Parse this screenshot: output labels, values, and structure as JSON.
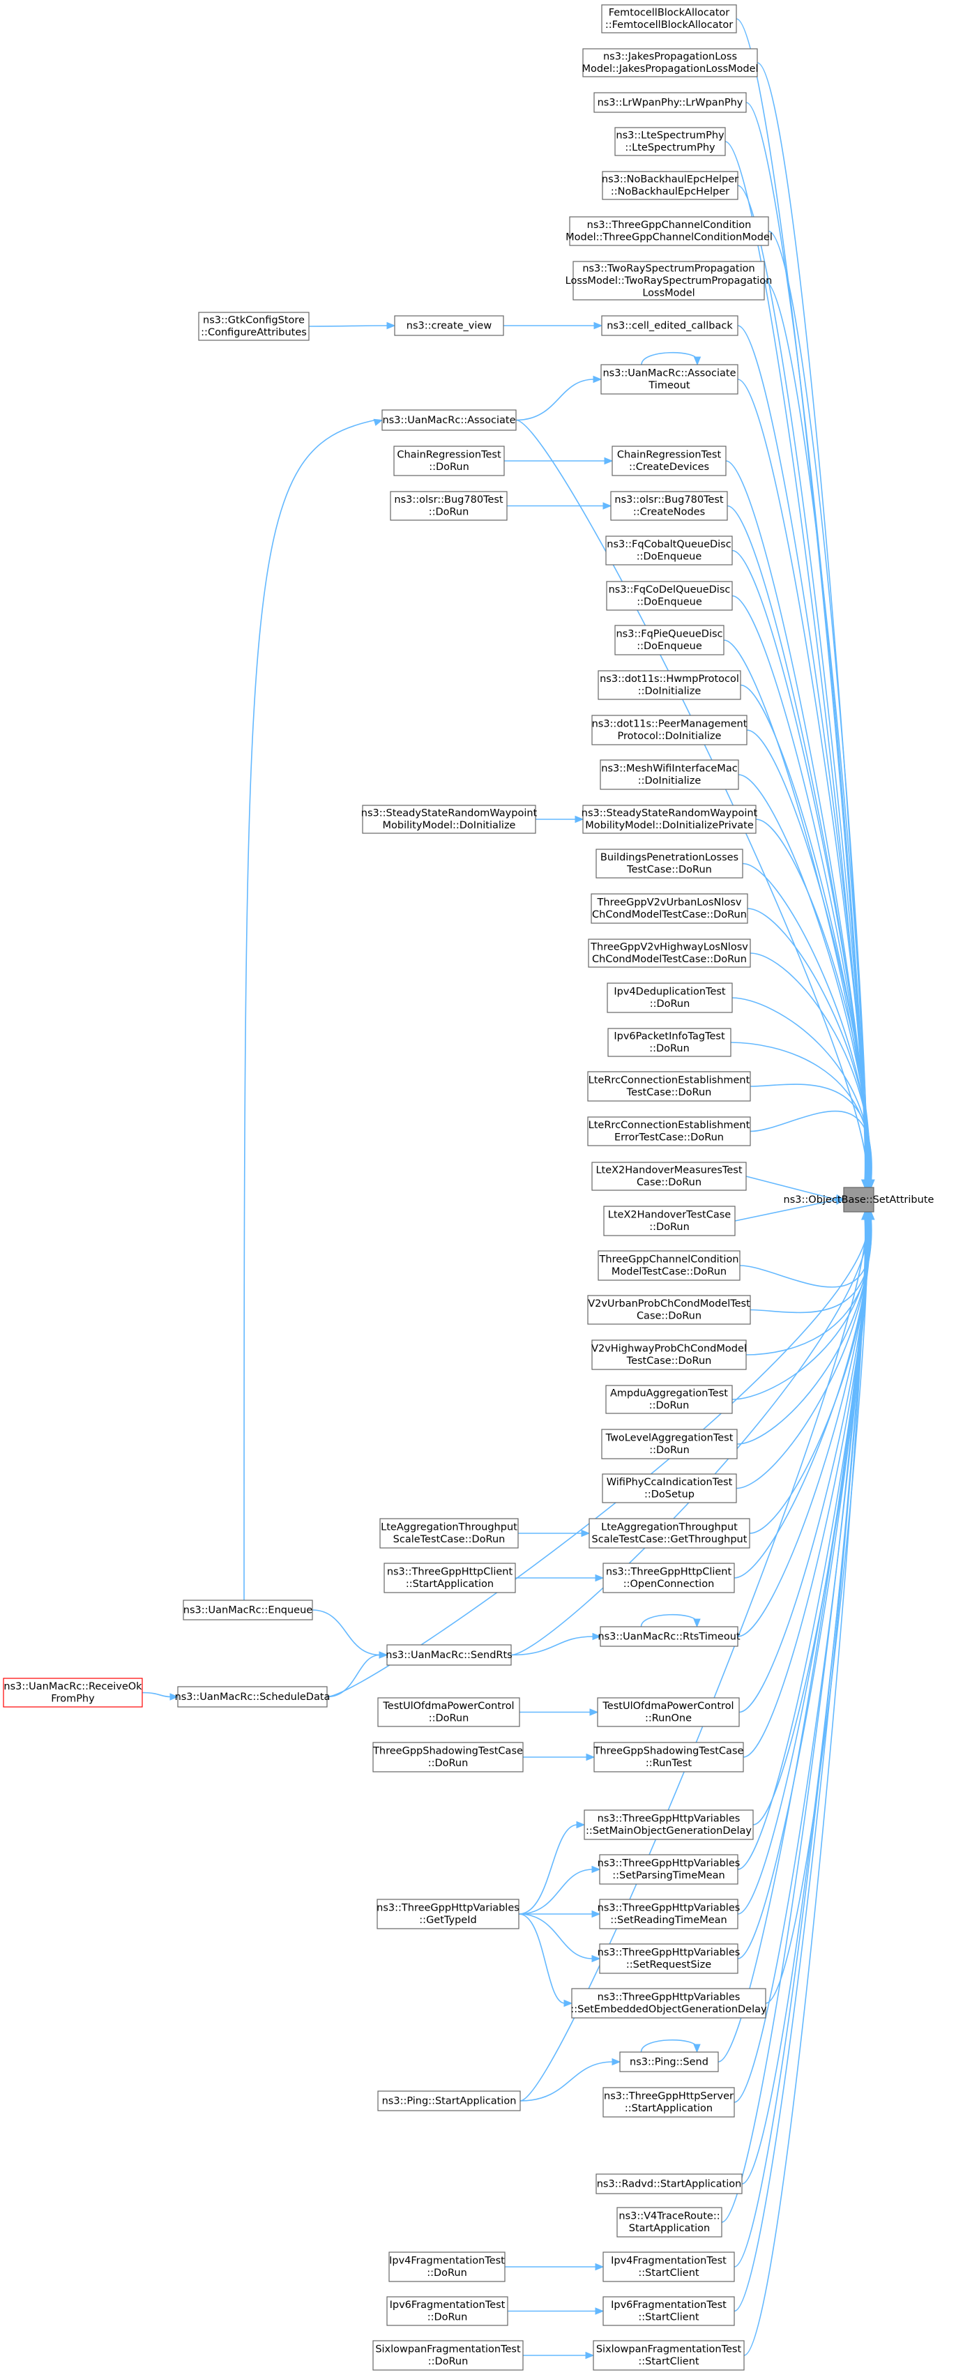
{
  "graph": {
    "edge_color": "#63b8ff",
    "target_fill": "#999999",
    "alert_stroke": "#ff0000",
    "nodes": [
      {
        "id": "target",
        "lines": [
          "ns3::ObjectBase::SetAttribute"
        ],
        "style": "target"
      },
      {
        "id": "femto",
        "lines": [
          "FemtocellBlockAllocator",
          "::FemtocellBlockAllocator"
        ]
      },
      {
        "id": "jakes",
        "lines": [
          "ns3::JakesPropagationLoss",
          "Model::JakesPropagationLossModel"
        ]
      },
      {
        "id": "lrwpan",
        "lines": [
          "ns3::LrWpanPhy::LrWpanPhy"
        ]
      },
      {
        "id": "ltespec",
        "lines": [
          "ns3::LteSpectrumPhy",
          "::LteSpectrumPhy"
        ]
      },
      {
        "id": "nobackhaul",
        "lines": [
          "ns3::NoBackhaulEpcHelper",
          "::NoBackhaulEpcHelper"
        ]
      },
      {
        "id": "tgppcc",
        "lines": [
          "ns3::ThreeGppChannelCondition",
          "Model::ThreeGppChannelConditionModel"
        ]
      },
      {
        "id": "tworay",
        "lines": [
          "ns3::TwoRaySpectrumPropagation",
          "LossModel::TwoRaySpectrumPropagation",
          "LossModel"
        ]
      },
      {
        "id": "celledit",
        "lines": [
          "ns3::cell_edited_callback"
        ]
      },
      {
        "id": "createview",
        "lines": [
          "ns3::create_view"
        ]
      },
      {
        "id": "gtk",
        "lines": [
          "ns3::GtkConfigStore",
          "::ConfigureAttributes"
        ]
      },
      {
        "id": "assoctimeout",
        "lines": [
          "ns3::UanMacRc::Associate",
          "Timeout"
        ]
      },
      {
        "id": "associate",
        "lines": [
          "ns3::UanMacRc::Associate"
        ]
      },
      {
        "id": "chaincreate",
        "lines": [
          "ChainRegressionTest",
          "::CreateDevices"
        ]
      },
      {
        "id": "chaindorun",
        "lines": [
          "ChainRegressionTest",
          "::DoRun"
        ]
      },
      {
        "id": "olsrcreate",
        "lines": [
          "ns3::olsr::Bug780Test",
          "::CreateNodes"
        ]
      },
      {
        "id": "olsrdorun",
        "lines": [
          "ns3::olsr::Bug780Test",
          "::DoRun"
        ]
      },
      {
        "id": "fqcobalt",
        "lines": [
          "ns3::FqCobaltQueueDisc",
          "::DoEnqueue"
        ]
      },
      {
        "id": "fqcodel",
        "lines": [
          "ns3::FqCoDelQueueDisc",
          "::DoEnqueue"
        ]
      },
      {
        "id": "fqpie",
        "lines": [
          "ns3::FqPieQueueDisc",
          "::DoEnqueue"
        ]
      },
      {
        "id": "hwmp",
        "lines": [
          "ns3::dot11s::HwmpProtocol",
          "::DoInitialize"
        ]
      },
      {
        "id": "peermgmt",
        "lines": [
          "ns3::dot11s::PeerManagement",
          "Protocol::DoInitialize"
        ]
      },
      {
        "id": "meshwifi",
        "lines": [
          "ns3::MeshWifiInterfaceMac",
          "::DoInitialize"
        ]
      },
      {
        "id": "ssrwpriv",
        "lines": [
          "ns3::SteadyStateRandomWaypoint",
          "MobilityModel::DoInitializePrivate"
        ]
      },
      {
        "id": "ssrwinit",
        "lines": [
          "ns3::SteadyStateRandomWaypoint",
          "MobilityModel::DoInitialize"
        ]
      },
      {
        "id": "buildings",
        "lines": [
          "BuildingsPenetrationLosses",
          "TestCase::DoRun"
        ]
      },
      {
        "id": "v2vurbannlos",
        "lines": [
          "ThreeGppV2vUrbanLosNlosv",
          "ChCondModelTestCase::DoRun"
        ]
      },
      {
        "id": "v2vhighwaynlos",
        "lines": [
          "ThreeGppV2vHighwayLosNlosv",
          "ChCondModelTestCase::DoRun"
        ]
      },
      {
        "id": "ipv4dedup",
        "lines": [
          "Ipv4DeduplicationTest",
          "::DoRun"
        ]
      },
      {
        "id": "ipv6pkt",
        "lines": [
          "Ipv6PacketInfoTagTest",
          "::DoRun"
        ]
      },
      {
        "id": "lterrc",
        "lines": [
          "LteRrcConnectionEstablishment",
          "TestCase::DoRun"
        ]
      },
      {
        "id": "lterrcerr",
        "lines": [
          "LteRrcConnectionEstablishment",
          "ErrorTestCase::DoRun"
        ]
      },
      {
        "id": "ltex2meas",
        "lines": [
          "LteX2HandoverMeasuresTest",
          "Case::DoRun"
        ]
      },
      {
        "id": "ltex2",
        "lines": [
          "LteX2HandoverTestCase",
          "::DoRun"
        ]
      },
      {
        "id": "tgppcctest",
        "lines": [
          "ThreeGppChannelCondition",
          "ModelTestCase::DoRun"
        ]
      },
      {
        "id": "v2vurban",
        "lines": [
          "V2vUrbanProbChCondModelTest",
          "Case::DoRun"
        ]
      },
      {
        "id": "v2vhighway",
        "lines": [
          "V2vHighwayProbChCondModel",
          "TestCase::DoRun"
        ]
      },
      {
        "id": "ampdu",
        "lines": [
          "AmpduAggregationTest",
          "::DoRun"
        ]
      },
      {
        "id": "twolevel",
        "lines": [
          "TwoLevelAggregationTest",
          "::DoRun"
        ]
      },
      {
        "id": "wificca",
        "lines": [
          "WifiPhyCcaIndicationTest",
          "::DoSetup"
        ]
      },
      {
        "id": "lteaggget",
        "lines": [
          "LteAggregationThroughput",
          "ScaleTestCase::GetThroughput"
        ]
      },
      {
        "id": "lteaggdorun",
        "lines": [
          "LteAggregationThroughput",
          "ScaleTestCase::DoRun"
        ]
      },
      {
        "id": "httpopen",
        "lines": [
          "ns3::ThreeGppHttpClient",
          "::OpenConnection"
        ]
      },
      {
        "id": "httpclientstart",
        "lines": [
          "ns3::ThreeGppHttpClient",
          "::StartApplication"
        ]
      },
      {
        "id": "enqueue",
        "lines": [
          "ns3::UanMacRc::Enqueue"
        ]
      },
      {
        "id": "rtstimeout",
        "lines": [
          "ns3::UanMacRc::RtsTimeout"
        ]
      },
      {
        "id": "sendrts",
        "lines": [
          "ns3::UanMacRc::SendRts"
        ]
      },
      {
        "id": "receiveok",
        "lines": [
          "ns3::UanMacRc::ReceiveOk",
          "FromPhy"
        ],
        "style": "red"
      },
      {
        "id": "schedule",
        "lines": [
          "ns3::UanMacRc::ScheduleData"
        ]
      },
      {
        "id": "ulofdmarun",
        "lines": [
          "TestUlOfdmaPowerControl",
          "::RunOne"
        ]
      },
      {
        "id": "ulofdmadorun",
        "lines": [
          "TestUlOfdmaPowerControl",
          "::DoRun"
        ]
      },
      {
        "id": "shadowrun",
        "lines": [
          "ThreeGppShadowingTestCase",
          "::RunTest"
        ]
      },
      {
        "id": "shadowdorun",
        "lines": [
          "ThreeGppShadowingTestCase",
          "::DoRun"
        ]
      },
      {
        "id": "setmainobj",
        "lines": [
          "ns3::ThreeGppHttpVariables",
          "::SetMainObjectGenerationDelay"
        ]
      },
      {
        "id": "setparsing",
        "lines": [
          "ns3::ThreeGppHttpVariables",
          "::SetParsingTimeMean"
        ]
      },
      {
        "id": "gettypeid",
        "lines": [
          "ns3::ThreeGppHttpVariables",
          "::GetTypeId"
        ]
      },
      {
        "id": "setreading",
        "lines": [
          "ns3::ThreeGppHttpVariables",
          "::SetReadingTimeMean"
        ]
      },
      {
        "id": "setrequest",
        "lines": [
          "ns3::ThreeGppHttpVariables",
          "::SetRequestSize"
        ]
      },
      {
        "id": "setembedded",
        "lines": [
          "ns3::ThreeGppHttpVariables",
          "::SetEmbeddedObjectGenerationDelay"
        ]
      },
      {
        "id": "pingsend",
        "lines": [
          "ns3::Ping::Send"
        ]
      },
      {
        "id": "pingstart",
        "lines": [
          "ns3::Ping::StartApplication"
        ]
      },
      {
        "id": "httpserver",
        "lines": [
          "ns3::ThreeGppHttpServer",
          "::StartApplication"
        ]
      },
      {
        "id": "radvd",
        "lines": [
          "ns3::Radvd::StartApplication"
        ]
      },
      {
        "id": "v4trace",
        "lines": [
          "ns3::V4TraceRoute::",
          "StartApplication"
        ]
      },
      {
        "id": "ipv4fragclient",
        "lines": [
          "Ipv4FragmentationTest",
          "::StartClient"
        ]
      },
      {
        "id": "ipv4fragdorun",
        "lines": [
          "Ipv4FragmentationTest",
          "::DoRun"
        ]
      },
      {
        "id": "ipv6fragclient",
        "lines": [
          "Ipv6FragmentationTest",
          "::StartClient"
        ]
      },
      {
        "id": "ipv6fragdorun",
        "lines": [
          "Ipv6FragmentationTest",
          "::DoRun"
        ]
      },
      {
        "id": "sixlowclient",
        "lines": [
          "SixlowpanFragmentationTest",
          "::StartClient"
        ]
      },
      {
        "id": "sixlowdorun",
        "lines": [
          "SixlowpanFragmentationTest",
          "::DoRun"
        ]
      }
    ]
  }
}
